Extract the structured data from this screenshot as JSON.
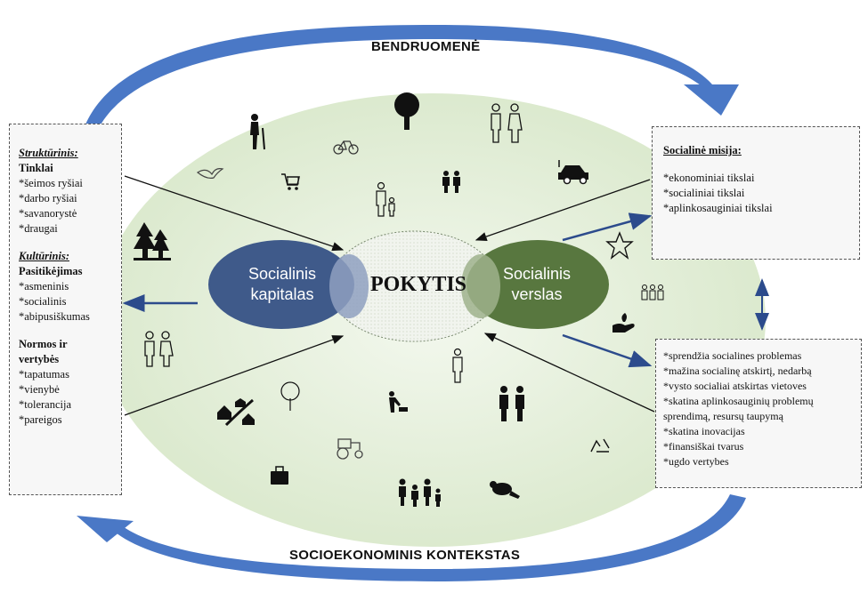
{
  "top_label": "BENDRUOMENĖ",
  "bottom_label": "SOCIOEKONOMINIS KONTEKSTAS",
  "center": {
    "title": "POKYTIS",
    "left_oval": [
      "Socialinis",
      "kapitalas"
    ],
    "right_oval": [
      "Socialinis",
      "verslas"
    ]
  },
  "left_box": {
    "section1_head": "Struktūrinis:",
    "section1_sub": "Tinklai",
    "section1_items": [
      "*šeimos ryšiai",
      "*darbo ryšiai",
      "*savanorystė",
      "*draugai"
    ],
    "section2_head": "Kultūrinis:",
    "section2_sub": "Pasitikėjimas",
    "section2_items": [
      "*asmeninis",
      "*socialinis",
      "*abipusiškumas"
    ],
    "section3_sub1": "Normos ir",
    "section3_sub2": "vertybės",
    "section3_items": [
      "*tapatumas",
      "*vienybė",
      "*tolerancija",
      "*pareigos"
    ]
  },
  "right_top_box": {
    "head": "Socialinė misija:",
    "items": [
      "*ekonominiai tikslai",
      "*socialiniai tikslai",
      "*aplinkosauginiai tikslai"
    ]
  },
  "right_bottom_box": {
    "items": [
      "*sprendžia socialines problemas",
      "*mažina socialinę atskirtį, nedarbą",
      "*vysto socialiai atskirtas vietoves",
      "*skatina aplinkosauginių problemų",
      "sprendimą, resursų taupymą",
      "*skatina inovacijas",
      "*finansiškai tvarus",
      "*ugdo vertybes"
    ]
  },
  "icons": [
    "elderly-person-icon",
    "tree-icon",
    "couple-icon",
    "bicycle-icon",
    "bird-icon",
    "shopping-cart-icon",
    "parent-child-icon",
    "people-pair-icon",
    "electric-car-icon",
    "forest-icon",
    "recycle-star-icon",
    "group-icon",
    "hand-plant-icon",
    "couple-outline-icon",
    "person-outline-icon",
    "village-road-icon",
    "tree-outline-icon",
    "gardener-icon",
    "couple-solid-icon",
    "tractor-icon",
    "recycle-icon",
    "briefcase-icon",
    "family-icon",
    "beaver-icon"
  ],
  "colors": {
    "ellipse_bg": "#e3eed8",
    "left_oval": "#3f5a8a",
    "right_oval": "#58773f",
    "arrow_blue": "#4a78c6",
    "connector_blue": "#2c4b8c"
  }
}
